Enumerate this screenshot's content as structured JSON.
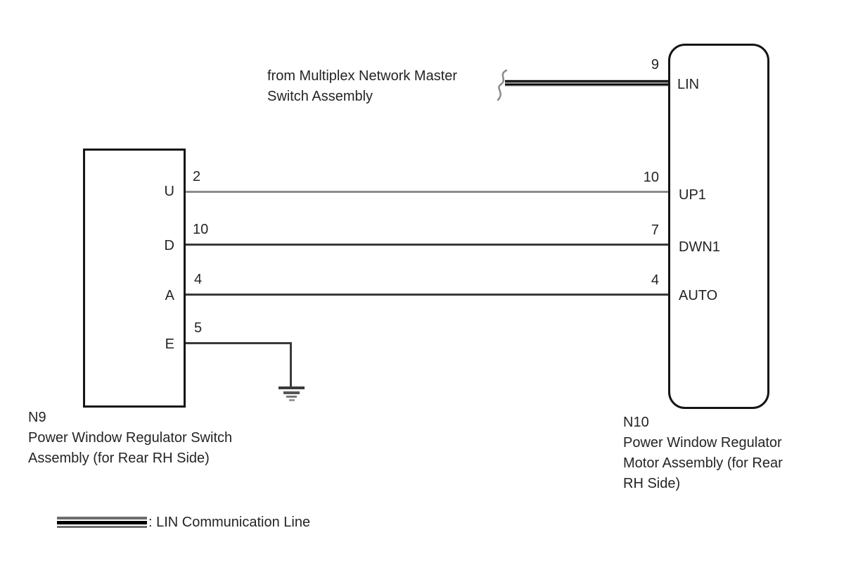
{
  "diagram": {
    "title_hint": "Power window wiring diagram (Rear RH)",
    "source_note": {
      "line1": "from Multiplex Network Master",
      "line2": "Switch Assembly"
    },
    "left_component": {
      "id": "N9",
      "name_line1": "Power Window Regulator Switch",
      "name_line2": "Assembly (for Rear RH Side)",
      "pins": [
        {
          "terminal": "U",
          "number": "2"
        },
        {
          "terminal": "D",
          "number": "10"
        },
        {
          "terminal": "A",
          "number": "4"
        },
        {
          "terminal": "E",
          "number": "5"
        }
      ]
    },
    "right_component": {
      "id": "N10",
      "name_line1": "Power Window Regulator",
      "name_line2": "Motor Assembly (for Rear",
      "name_line3": "RH Side)",
      "pins": [
        {
          "terminal": "LIN",
          "number": "9"
        },
        {
          "terminal": "UP1",
          "number": "10"
        },
        {
          "terminal": "DWN1",
          "number": "7"
        },
        {
          "terminal": "AUTO",
          "number": "4"
        }
      ]
    },
    "legend": {
      "label": ": LIN Communication Line"
    },
    "colors": {
      "outline": "#151515",
      "wire_gray": "#8c8c8c",
      "wire_dark": "#3a3a3a",
      "lin_center_gray": "#8a8a8a",
      "background": "#ffffff"
    }
  }
}
